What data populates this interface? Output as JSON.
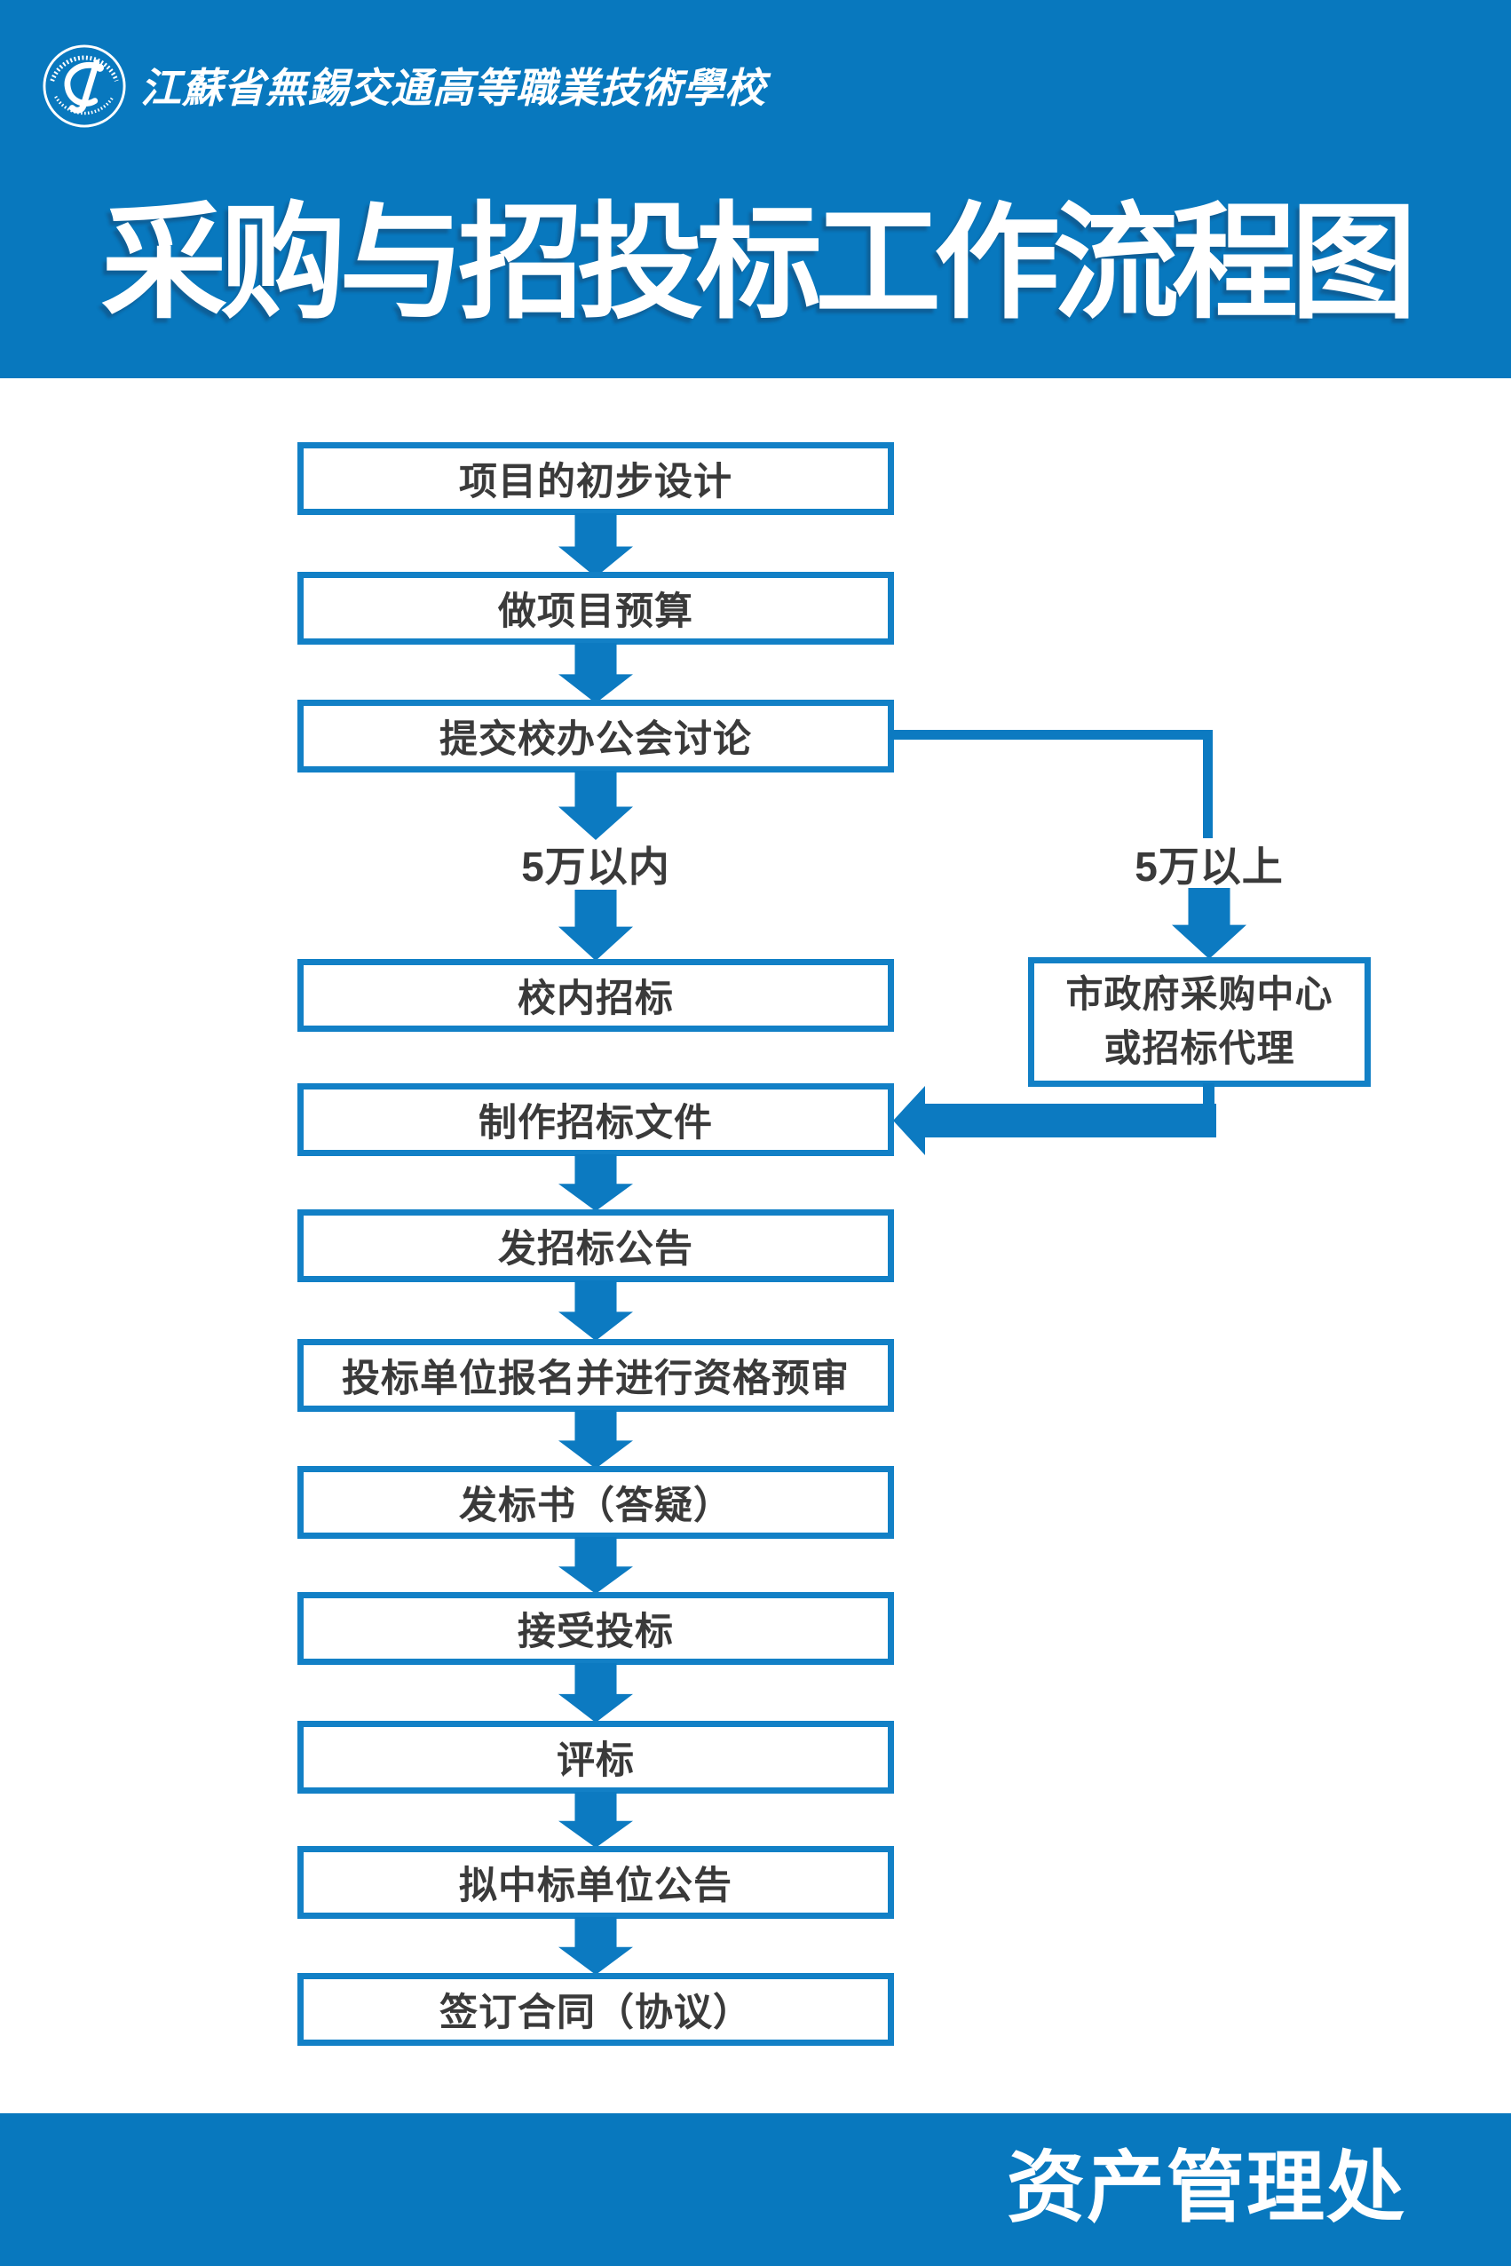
{
  "poster": {
    "header": {
      "school_name": "江蘇省無錫交通高等職業技術學校",
      "title": "采购与招投标工作流程图"
    },
    "flowchart": {
      "steps_top": [
        "项目的初步设计",
        "做项目预算",
        "提交校办公会讨论"
      ],
      "branch": {
        "left_label": "5万以内",
        "left_box": "校内招标",
        "right_label": "5万以上",
        "right_box_line1": "市政府采购中心",
        "right_box_line2": "或招标代理"
      },
      "steps_bottom": [
        "制作招标文件",
        "发招标公告",
        "投标单位报名并进行资格预审",
        "发标书（答疑）",
        "接受投标",
        "评标",
        "拟中标单位公告",
        "签订合同（协议）"
      ]
    },
    "footer": {
      "department": "资产管理处"
    },
    "colors": {
      "band_blue": "#0878be",
      "box_border_blue": "#1280c6",
      "arrow_blue": "#0c7ac1",
      "text_dark": "#3a3a3a"
    },
    "icons": {
      "school_seal": "elliptical-seal-with-monogram"
    }
  }
}
